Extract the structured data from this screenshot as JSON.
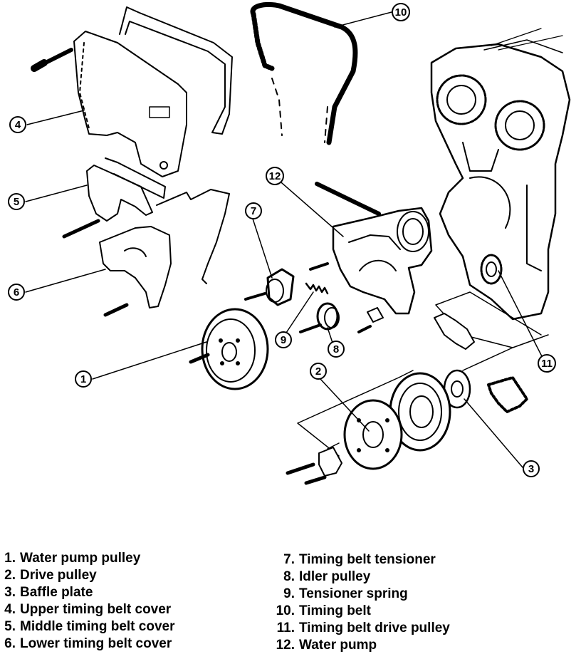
{
  "callouts": {
    "c1": "1",
    "c2": "2",
    "c3": "3",
    "c4": "4",
    "c5": "5",
    "c6": "6",
    "c7": "7",
    "c8": "8",
    "c9": "9",
    "c10": "10",
    "c11": "11",
    "c12": "12"
  },
  "legend": {
    "left": [
      {
        "num": "1.",
        "label": "Water pump pulley"
      },
      {
        "num": "2.",
        "label": "Drive pulley"
      },
      {
        "num": "3.",
        "label": "Baffle plate"
      },
      {
        "num": "4.",
        "label": "Upper timing belt cover"
      },
      {
        "num": "5.",
        "label": "Middle timing belt cover"
      },
      {
        "num": "6.",
        "label": "Lower timing belt cover"
      }
    ],
    "right": [
      {
        "num": "7.",
        "label": "Timing belt tensioner"
      },
      {
        "num": "8.",
        "label": "Idler pulley"
      },
      {
        "num": "9.",
        "label": "Tensioner spring"
      },
      {
        "num": "10.",
        "label": "Timing belt"
      },
      {
        "num": "11.",
        "label": "Timing belt drive pulley"
      },
      {
        "num": "12.",
        "label": "Water pump"
      }
    ]
  }
}
